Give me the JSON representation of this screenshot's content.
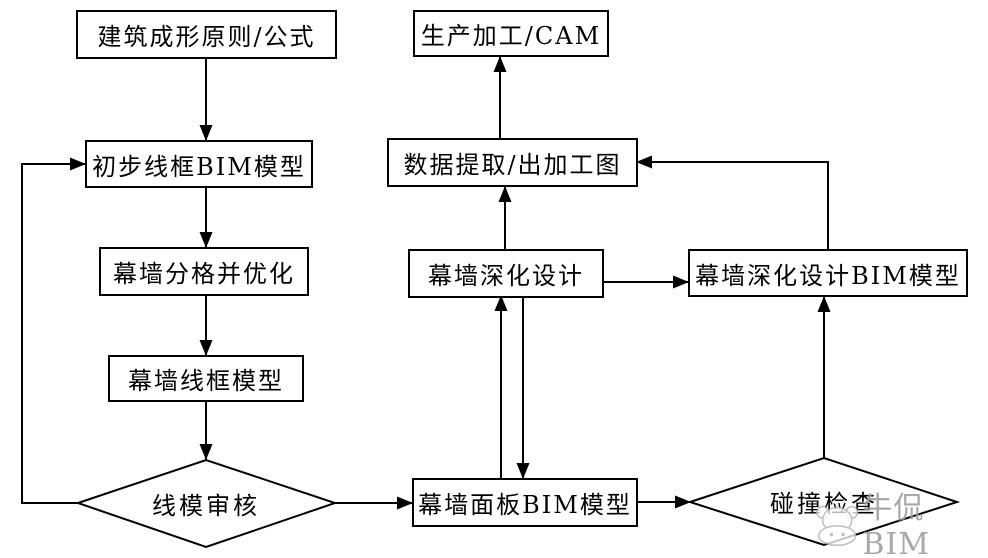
{
  "diagram": {
    "type": "flowchart",
    "colors": {
      "line": "#000000",
      "background": "#ffffff",
      "watermark": "#9a9a9a"
    },
    "nodes": [
      {
        "id": "building-principle",
        "label": "建筑成形原则/公式",
        "type": "process"
      },
      {
        "id": "initial-wireframe-bim",
        "label": "初步线框BIM模型",
        "type": "process"
      },
      {
        "id": "curtain-division",
        "label": "幕墙分格并优化",
        "type": "process"
      },
      {
        "id": "curtain-wireframe",
        "label": "幕墙线框模型",
        "type": "process"
      },
      {
        "id": "wire-model-review",
        "label": "线模审核",
        "type": "decision"
      },
      {
        "id": "production-cam",
        "label": "生产加工/CAM",
        "type": "process"
      },
      {
        "id": "data-extraction",
        "label": "数据提取/出加工图",
        "type": "process"
      },
      {
        "id": "curtain-deepen-design",
        "label": "幕墙深化设计",
        "type": "process"
      },
      {
        "id": "curtain-deepen-bim",
        "label": "幕墙深化设计BIM模型",
        "type": "process"
      },
      {
        "id": "curtain-panel-bim",
        "label": "幕墙面板BIM模型",
        "type": "process"
      },
      {
        "id": "collision-check",
        "label": "碰撞检查",
        "type": "decision"
      }
    ],
    "edges": [
      {
        "from": "building-principle",
        "to": "initial-wireframe-bim"
      },
      {
        "from": "initial-wireframe-bim",
        "to": "curtain-division"
      },
      {
        "from": "curtain-division",
        "to": "curtain-wireframe"
      },
      {
        "from": "curtain-wireframe",
        "to": "wire-model-review"
      },
      {
        "from": "wire-model-review",
        "to": "initial-wireframe-bim"
      },
      {
        "from": "wire-model-review",
        "to": "curtain-panel-bim"
      },
      {
        "from": "curtain-panel-bim",
        "to": "curtain-deepen-design"
      },
      {
        "from": "curtain-deepen-design",
        "to": "curtain-panel-bim"
      },
      {
        "from": "curtain-deepen-design",
        "to": "data-extraction"
      },
      {
        "from": "curtain-deepen-design",
        "to": "curtain-deepen-bim"
      },
      {
        "from": "curtain-deepen-bim",
        "to": "data-extraction"
      },
      {
        "from": "data-extraction",
        "to": "production-cam"
      },
      {
        "from": "curtain-panel-bim",
        "to": "collision-check"
      },
      {
        "from": "collision-check",
        "to": "curtain-deepen-bim"
      }
    ],
    "watermark": {
      "text": "牛侃BIM"
    }
  }
}
